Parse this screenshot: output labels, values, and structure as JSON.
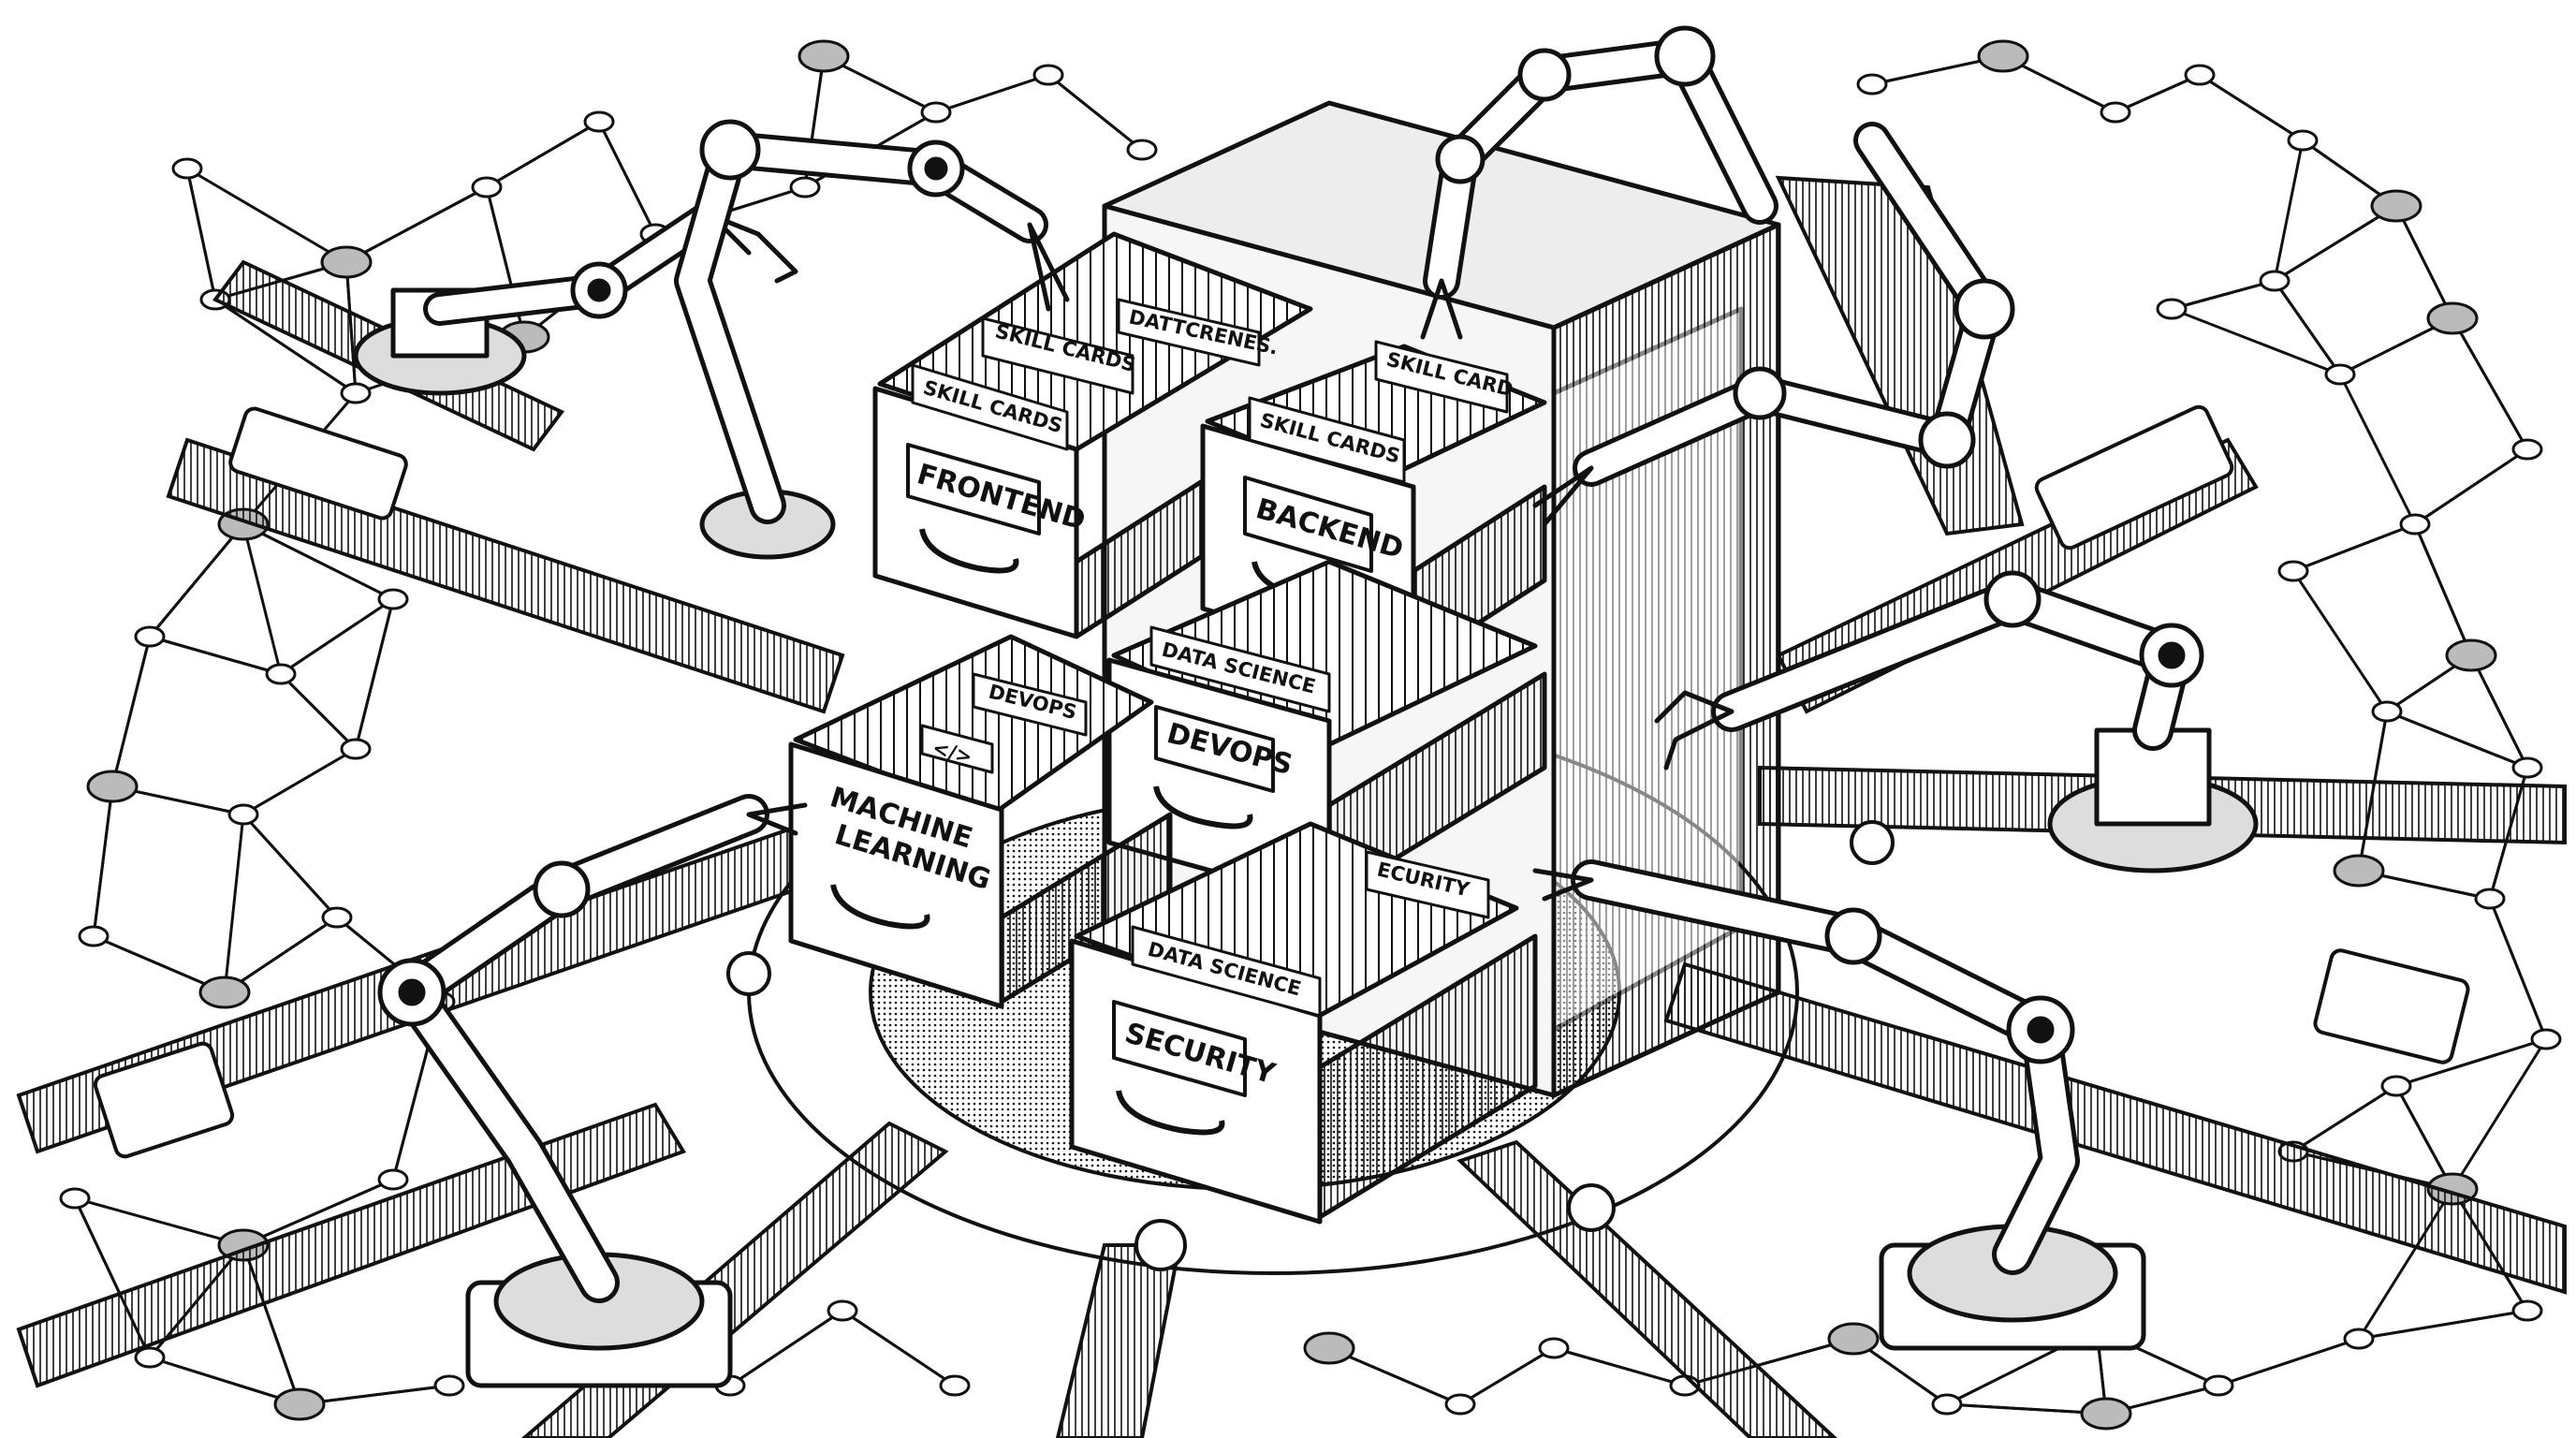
{
  "colors": {
    "ink": "#111111",
    "paper": "#ffffff",
    "shade": "#d8d8d8",
    "mid_gray": "#9a9a9a",
    "dark_gray": "#555555"
  },
  "cabinet": {
    "top_tabs": {
      "dattcrenes": "DATTCRENES.",
      "skill_cards_back": "SKILL CARDS",
      "skill_cards_front": "SKILL CARDS",
      "skill_card": "SKILL CARD",
      "skill_cards_backend": "SKILL CARDS"
    },
    "drawers": {
      "frontend": "FRONTEND",
      "backend": "BACKEND",
      "machine_learning": [
        "MACHINE",
        "LEARNING"
      ],
      "devops": "DEVOPS",
      "security": "SECURITY"
    },
    "tabs": {
      "devops_small": "DEVOPS",
      "code_symbol": "</>",
      "data_science_mid": "DATA SCIENCE",
      "ecurity": "ECURITY",
      "data_science_low": "DATA SCIENCE"
    }
  },
  "icons": [
    "robot-arm-icon",
    "network-node-icon",
    "filing-cabinet-icon",
    "drawer-handle-icon"
  ]
}
